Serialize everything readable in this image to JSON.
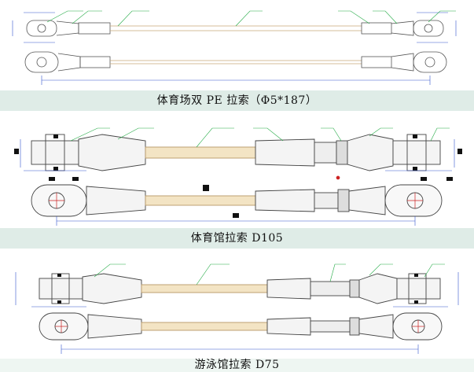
{
  "captions": {
    "panel1": "体育场双 PE 拉索（Φ5*187）",
    "panel2": "体育馆拉索 D105",
    "panel3": "游泳馆拉索 D75"
  },
  "colors": {
    "caption_band": "#dfece7",
    "outline": "#444444",
    "dimension": "#3355cc",
    "leader": "#22aa44",
    "cable_fill": "#f3e4c4",
    "marker": "#cc2222"
  }
}
